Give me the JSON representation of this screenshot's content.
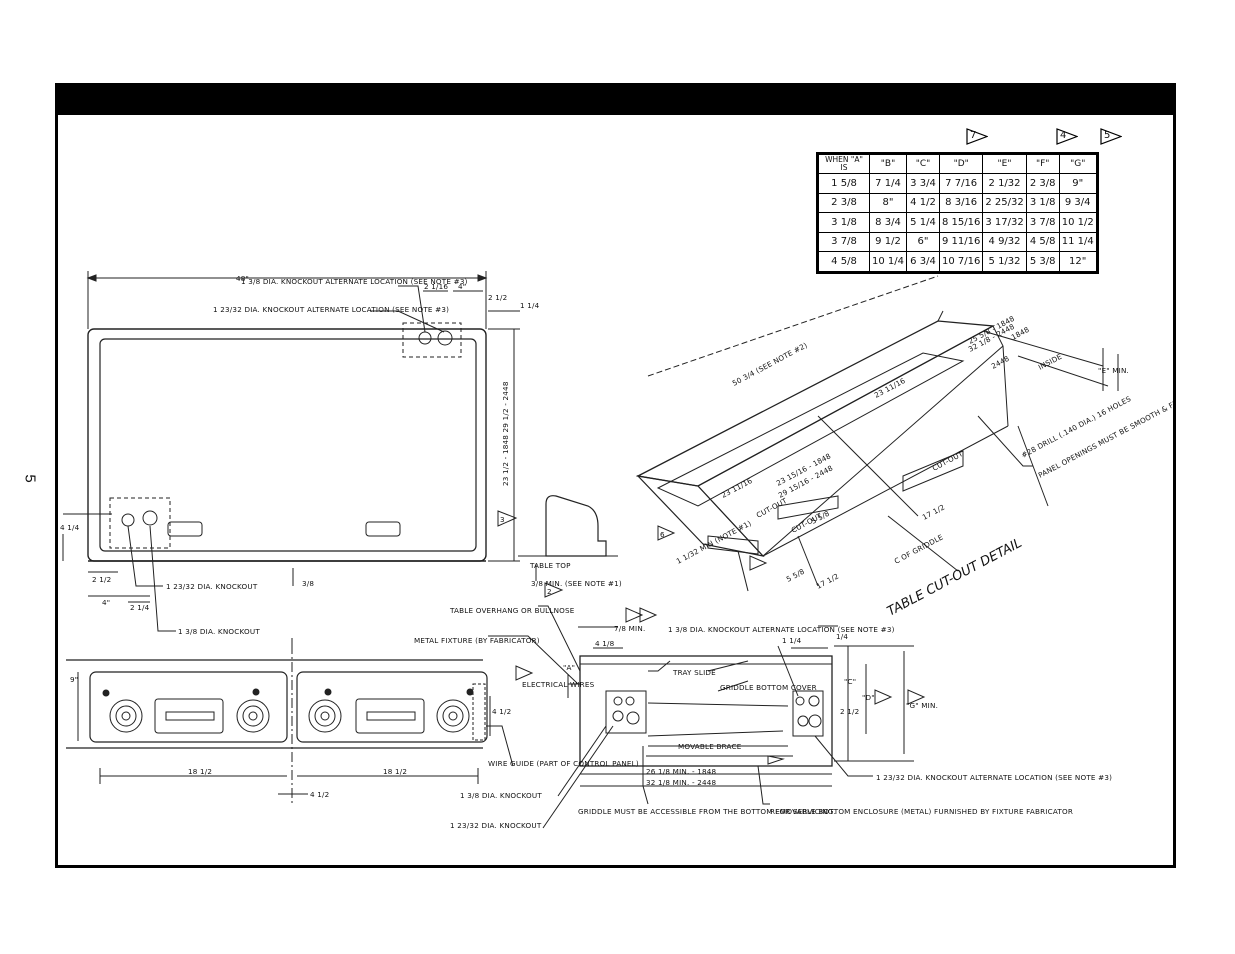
{
  "page": {
    "number": "5"
  },
  "table": {
    "headers": [
      "WHEN \"A\" IS",
      "\"B\"",
      "\"C\"",
      "\"D\"",
      "\"E\"",
      "\"F\"",
      "\"G\""
    ],
    "note_flags": [
      {
        "column": "\"D\"",
        "note": "7"
      },
      {
        "column": "\"F\"",
        "note": "4"
      },
      {
        "column": "\"G\"",
        "note": "5"
      }
    ],
    "rows": [
      [
        "1 5/8",
        "7 1/4",
        "3 3/4",
        "7 7/16",
        "2 1/32",
        "2 3/8",
        "9\""
      ],
      [
        "2 3/8",
        "8\"",
        "4 1/2",
        "8 3/16",
        "2 25/32",
        "3 1/8",
        "9 3/4"
      ],
      [
        "3 1/8",
        "8 3/4",
        "5 1/4",
        "8 15/16",
        "3 17/32",
        "3 7/8",
        "10 1/2"
      ],
      [
        "3 7/8",
        "9 1/2",
        "6\"",
        "9 11/16",
        "4 9/32",
        "4 5/8",
        "11 1/4"
      ],
      [
        "4 5/8",
        "10 1/4",
        "6 3/4",
        "10 7/16",
        "5 1/32",
        "5 3/8",
        "12\""
      ]
    ]
  },
  "plan_view": {
    "width_dim": "48\"",
    "height_dim": "23 1/2 - 1848  29 1/2 - 2448",
    "top_right_dims": [
      "2 1/16",
      "4\"",
      "2 1/2",
      "1 1/4"
    ],
    "knockout_alt_1": "1 3/8 DIA. KNOCKOUT ALTERNATE LOCATION (SEE NOTE #3)",
    "knockout_alt_2": "1 23/32 DIA. KNOCKOUT ALTERNATE LOCATION (SEE NOTE #3)",
    "knockout_1": "1 23/32 DIA. KNOCKOUT",
    "knockout_2": "1 3/8 DIA. KNOCKOUT",
    "left_dims": [
      "4 1/4",
      "2 1/2",
      "4\"",
      "2 1/4"
    ],
    "bottom_small_dim": "3/8",
    "table_top": "TABLE TOP",
    "min_dim": "3/8 MIN. (SEE NOTE #1)",
    "note_flag_3": "3",
    "note_flag_2": "2"
  },
  "front_view": {
    "dim_left": "18 1/2",
    "dim_right": "18 1/2",
    "dim_mid": "4 1/2",
    "height_dim": "4 1/2",
    "small_dim": "9\"",
    "wire_guide": "WIRE GUIDE (PART OF CONTROL PANEL)",
    "knockout_a": "1 3/8 DIA. KNOCKOUT",
    "knockout_b": "1 23/32 DIA. KNOCKOUT"
  },
  "section_view": {
    "table_overhang": "TABLE OVERHANG OR BULLNOSE",
    "metal_fixture": "METAL FIXTURE (BY FABRICATOR)",
    "electrical_wires": "ELECTRICAL WIRES",
    "min_dim": "7/8 MIN.",
    "dim_4": "4 1/8",
    "knockout_alt": "1 3/8 DIA. KNOCKOUT ALTERNATE LOCATION (SEE NOTE #3)",
    "tray_slide": "TRAY SLIDE",
    "griddle_cover": "GRIDDLE BOTTOM COVER",
    "movable_brace": "MOVABLE BRACE",
    "min_1848": "26 1/8 MIN. - 1848",
    "min_2448": "32 1/8 MIN. - 2448",
    "griddle_access": "GRIDDLE MUST BE ACCESSIBLE FROM THE BOTTOM FOR SERVICING.",
    "removable_enclosure": "REMOVABLE BOTTOM ENCLOSURE (METAL) FURNISHED BY FIXTURE FABRICATOR",
    "knockout_alt_2": "1 23/32 DIA. KNOCKOUT ALTERNATE LOCATION (SEE NOTE #3)",
    "label_a": "\"A\"",
    "label_c": "\"C\"",
    "label_d": "\"D\"",
    "label_g_min": "\"G\" MIN.",
    "dim_quarter": "1/4",
    "dim_1_4": "1 1/4",
    "dim_2_1_2": "2 1/2"
  },
  "iso_view": {
    "title": "TABLE CUT-OUT DETAIL",
    "length_dim": "50 3/4 (SEE NOTE #2)",
    "inner_length": "23 11/16",
    "inner_length_2": "23 11/16",
    "width_1848": "23 15/16 - 1848",
    "width_2448": "29 15/16 - 2448",
    "cutout_center": "CUT-OUT",
    "cutout_right": "CUT-OUT",
    "cutout_front": "CUT-OUT",
    "drill": "#28 DRILL (.140 DIA.) 16 HOLES",
    "panel_openings": "PANEL OPENINGS MUST BE SMOOTH & FREE OF BURRS TO AVOID PROBLEMS IN SERVICING.",
    "griddle_center": "C OF GRIDDLE",
    "side_1848": "1848",
    "side_2448": "2448",
    "side_dim_a": "25 5/8 - 1848",
    "side_dim_b": "32 1/8 - 2448",
    "inside": "INSIDE",
    "e_min": "\"E\" MIN.",
    "bottom_dims": [
      "5 5/8",
      "17 1/2",
      "5 5/8",
      "17 1/2"
    ],
    "front_note": "1 1/32 MIN (NOTE #1)",
    "note_flag": "6"
  }
}
